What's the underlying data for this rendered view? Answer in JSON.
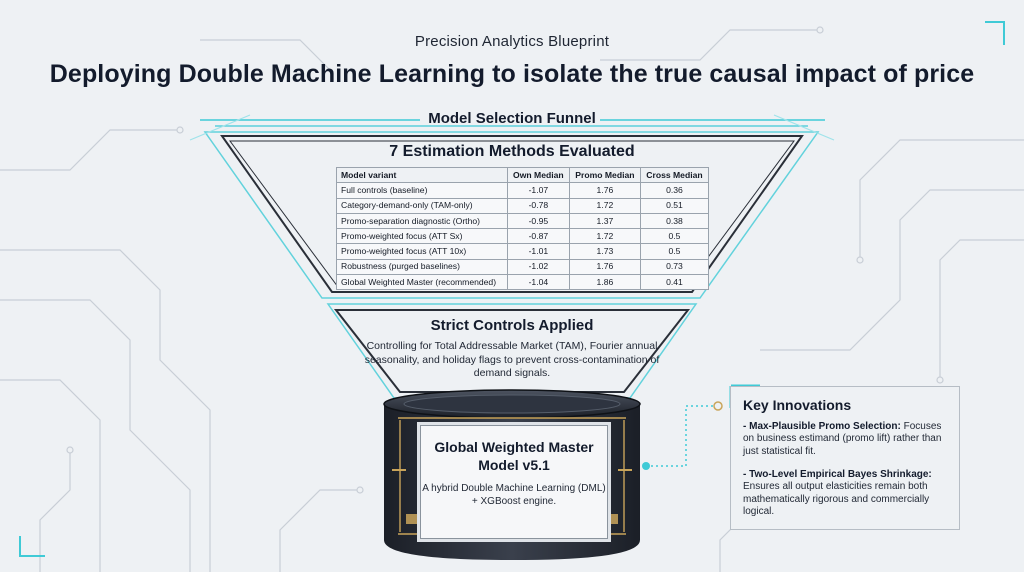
{
  "header": {
    "eyebrow": "Precision Analytics Blueprint",
    "title": "Deploying Double Machine Learning to isolate the true causal impact of price"
  },
  "funnel": {
    "label": "Model Selection Funnel",
    "methods_title": "7 Estimation Methods Evaluated",
    "table": {
      "headers": [
        "Model variant",
        "Own Median",
        "Promo Median",
        "Cross Median"
      ],
      "rows": [
        [
          "Full controls (baseline)",
          "-1.07",
          "1.76",
          "0.36"
        ],
        [
          "Category-demand-only (TAM-only)",
          "-0.78",
          "1.72",
          "0.51"
        ],
        [
          "Promo-separation diagnostic (Ortho)",
          "-0.95",
          "1.37",
          "0.38"
        ],
        [
          "Promo-weighted focus (ATT Sx)",
          "-0.87",
          "1.72",
          "0.5"
        ],
        [
          "Promo-weighted focus (ATT 10x)",
          "-1.01",
          "1.73",
          "0.5"
        ],
        [
          "Robustness (purged baselines)",
          "-1.02",
          "1.76",
          "0.73"
        ],
        [
          "Global Weighted Master (recommended)",
          "-1.04",
          "1.86",
          "0.41"
        ]
      ]
    },
    "controls_title": "Strict Controls Applied",
    "controls_desc": "Controlling for Total Addressable Market (TAM), Fourier annual seasonality, and holiday flags to prevent cross-contamination of demand signals."
  },
  "master": {
    "title": "Global Weighted Master Model v5.1",
    "subtitle": "A hybrid Double Machine Learning (DML) + XGBoost engine."
  },
  "innovations": {
    "title": "Key Innovations",
    "items": [
      {
        "label": "- Max-Plausible Promo Selection:",
        "text": " Focuses on business estimand (promo lift) rather than just statistical fit."
      },
      {
        "label": "- Two-Level Empirical Bayes Shrinkage:",
        "text": " Ensures all output elasticities remain both mathematically rigorous and commercially logical."
      }
    ]
  },
  "colors": {
    "accent": "#3fcad6",
    "ink": "#131b2c",
    "frame": "#2a2f38",
    "gold": "#c9a45a"
  }
}
